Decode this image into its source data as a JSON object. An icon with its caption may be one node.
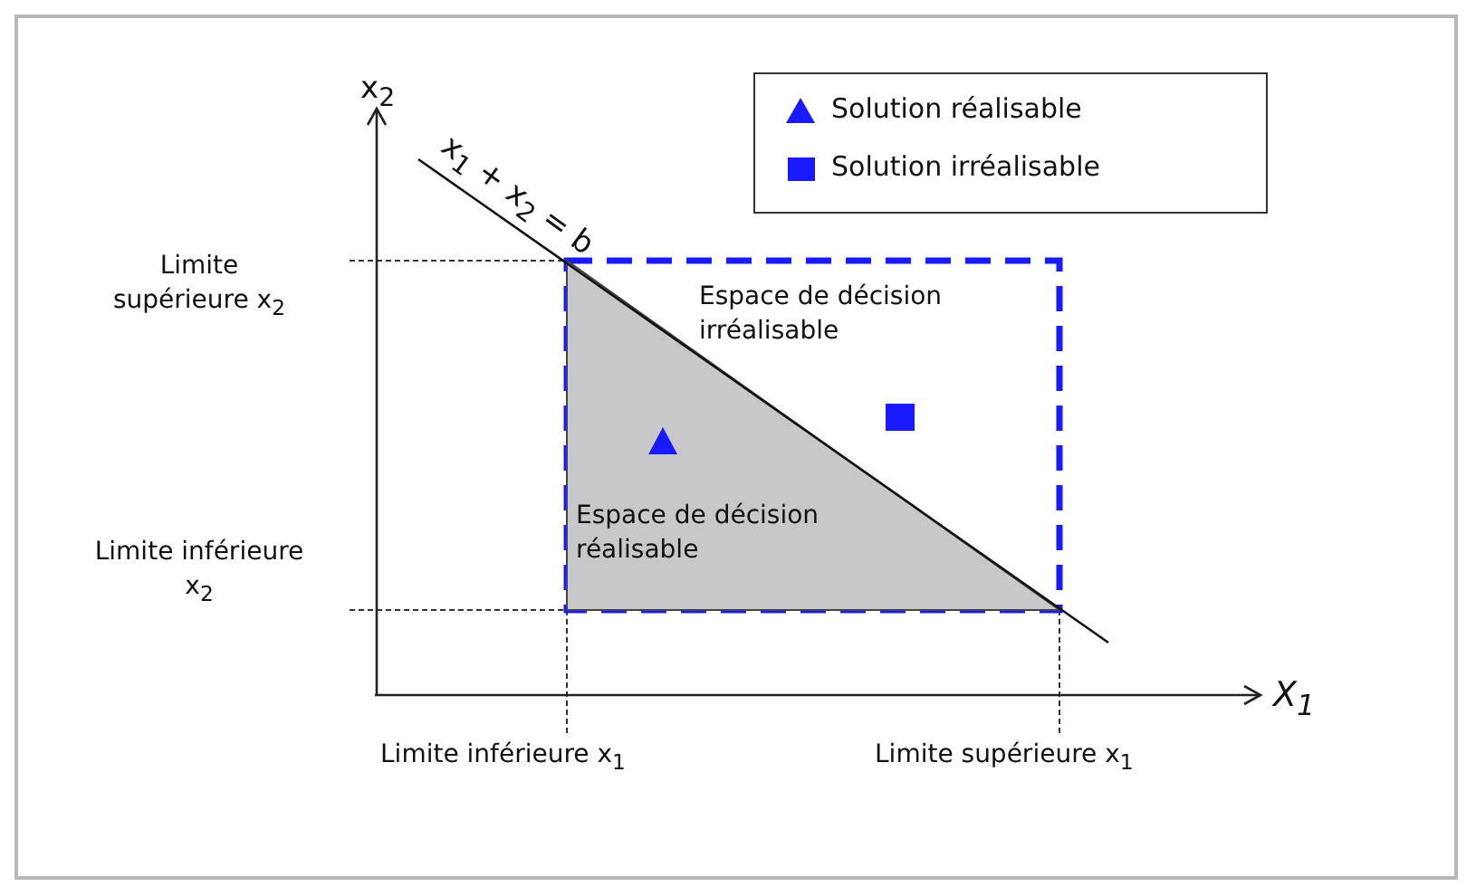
{
  "diagram": {
    "nodes": [
      {
        "text": [
          "Espace de décision irréalisable"
        ]
      },
      {
        "text": [
          "Espace de décision réalisable"
        ]
      }
    ],
    "labels": [
      "x$_{2}$",
      "x$_{1}$ + x$_{2}$ = b",
      "Limite supérieure x$_{2}$",
      "Limite inférieure x$_{2}$",
      "X$_{1}$",
      "Limite inférieure x$_{1}$",
      "Limite supérieure x$_{1}$"
    ],
    "legend": [
      {
        "text": "Solution réalisable"
      },
      {
        "text": "Solution irréalisable"
      }
    ]
  }
}
